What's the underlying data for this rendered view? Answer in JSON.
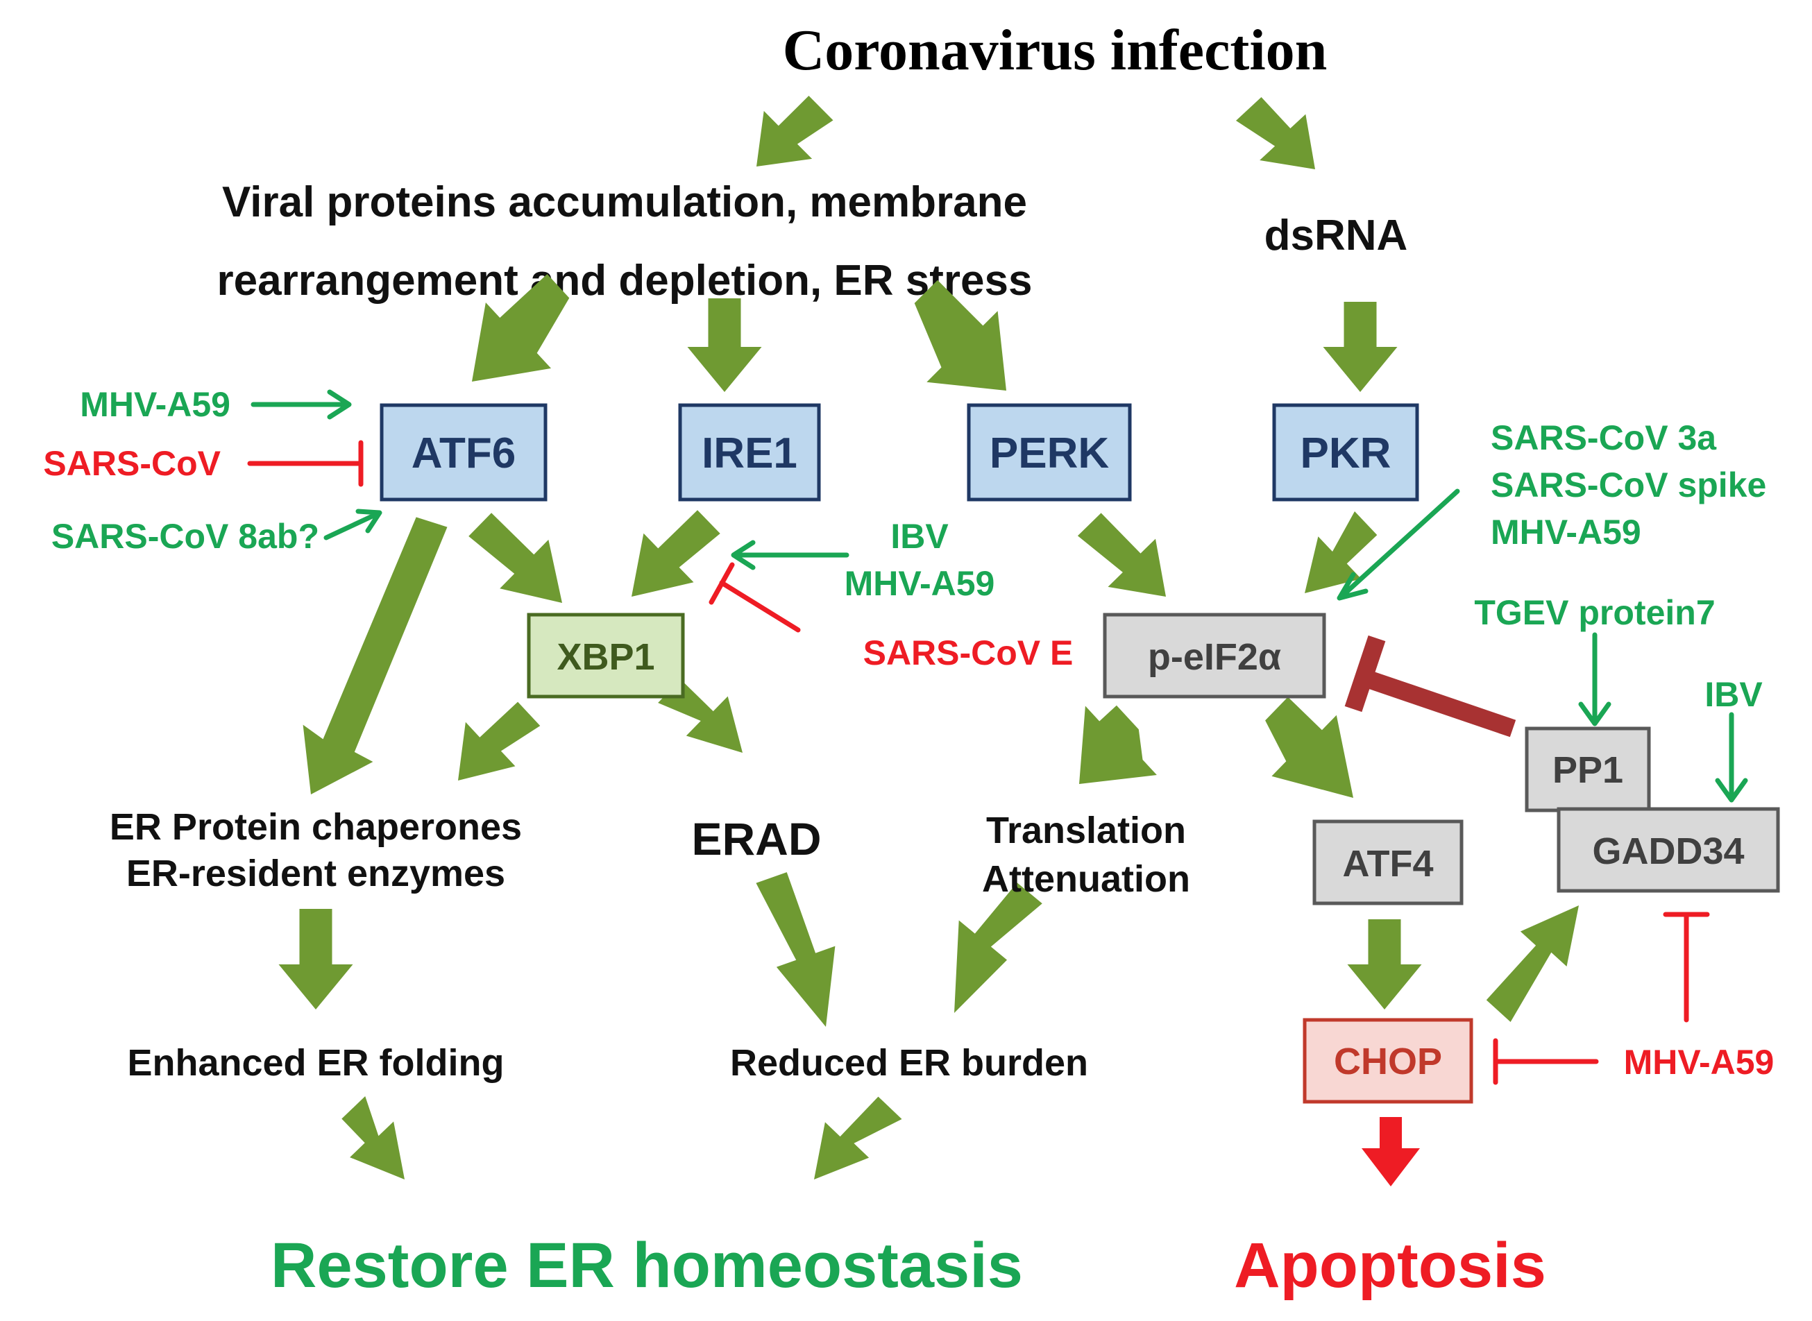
{
  "title": "Coronavirus infection",
  "stress": {
    "line1": "Viral proteins accumulation, membrane",
    "line2": "rearrangement and depletion, ER stress"
  },
  "dsrna": "dsRNA",
  "sensors": {
    "atf6": "ATF6",
    "ire1": "IRE1",
    "perk": "PERK",
    "pkr": "PKR"
  },
  "mediators": {
    "xbp1": "XBP1",
    "peif2a": "p-eIF2α",
    "atf4": "ATF4",
    "chop": "CHOP",
    "pp1": "PP1",
    "gadd34": "GADD34"
  },
  "viral_modulators": {
    "atf6_activator_1": "MHV-A59",
    "atf6_inhibitor": "SARS-CoV",
    "atf6_activator_2": "SARS-CoV 8ab?",
    "ire1_activator_1": "IBV",
    "ire1_activator_2": "MHV-A59",
    "ire1_inhibitor": "SARS-CoV E",
    "peif2a_activator_1": "SARS-CoV 3a",
    "peif2a_activator_2": "SARS-CoV spike",
    "peif2a_activator_3": "MHV-A59",
    "pp1_activator": "TGEV protein7",
    "gadd34_activator": "IBV",
    "chop_inhibitor": "MHV-A59"
  },
  "outputs": {
    "chaperones_line1": "ER Protein chaperones",
    "chaperones_line2": "ER-resident enzymes",
    "erad": "ERAD",
    "translation_line1": "Translation",
    "translation_line2": "Attenuation",
    "enhanced_folding": "Enhanced ER folding",
    "reduced_burden": "Reduced ER burden"
  },
  "outcomes": {
    "restore": "Restore ER homeostasis",
    "apoptosis": "Apoptosis"
  },
  "colors": {
    "pathway_arrow": "#6f9a32",
    "activator_green": "#1aa654",
    "inhibitor_red": "#ee1c24",
    "pp1_inhibition": "#a83232",
    "sensor_fill": "#bdd7ee",
    "sensor_border": "#1f3864",
    "xbp1_fill": "#d6e8bf",
    "gray_fill": "#d9d9d9",
    "chop_fill": "#f8d7d3"
  }
}
